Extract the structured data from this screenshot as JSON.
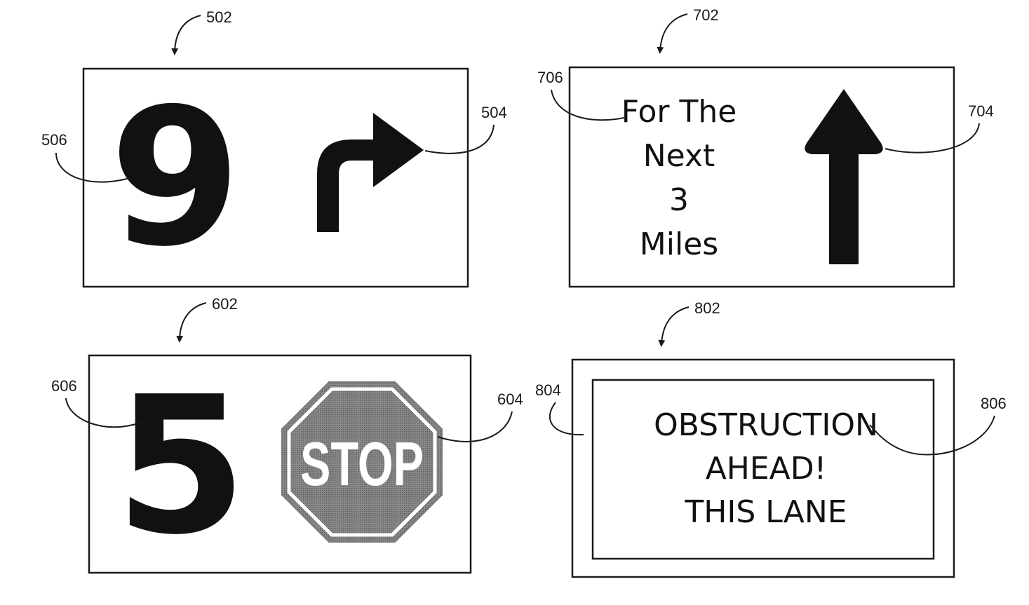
{
  "colors": {
    "ink": "#111111",
    "stop_fill": "#7a7a7a",
    "stop_border": "#ffffff"
  },
  "figures": {
    "fig502": {
      "ref": "502",
      "digit": "9",
      "digit_ref": "506",
      "arrow_ref": "504",
      "arrow_icon": "right-turn-arrow-icon"
    },
    "fig602": {
      "ref": "602",
      "digit": "5",
      "digit_ref": "606",
      "stop_text": "STOP",
      "stop_ref": "604",
      "stop_icon": "stop-sign-icon"
    },
    "fig702": {
      "ref": "702",
      "text_ref": "706",
      "lines": [
        "For The",
        "Next",
        "3",
        "Miles"
      ],
      "arrow_ref": "704",
      "arrow_icon": "up-arrow-icon"
    },
    "fig802": {
      "ref": "802",
      "border_ref": "804",
      "text_ref": "806",
      "lines": [
        "OBSTRUCTION",
        "AHEAD!",
        "THIS LANE"
      ]
    }
  }
}
